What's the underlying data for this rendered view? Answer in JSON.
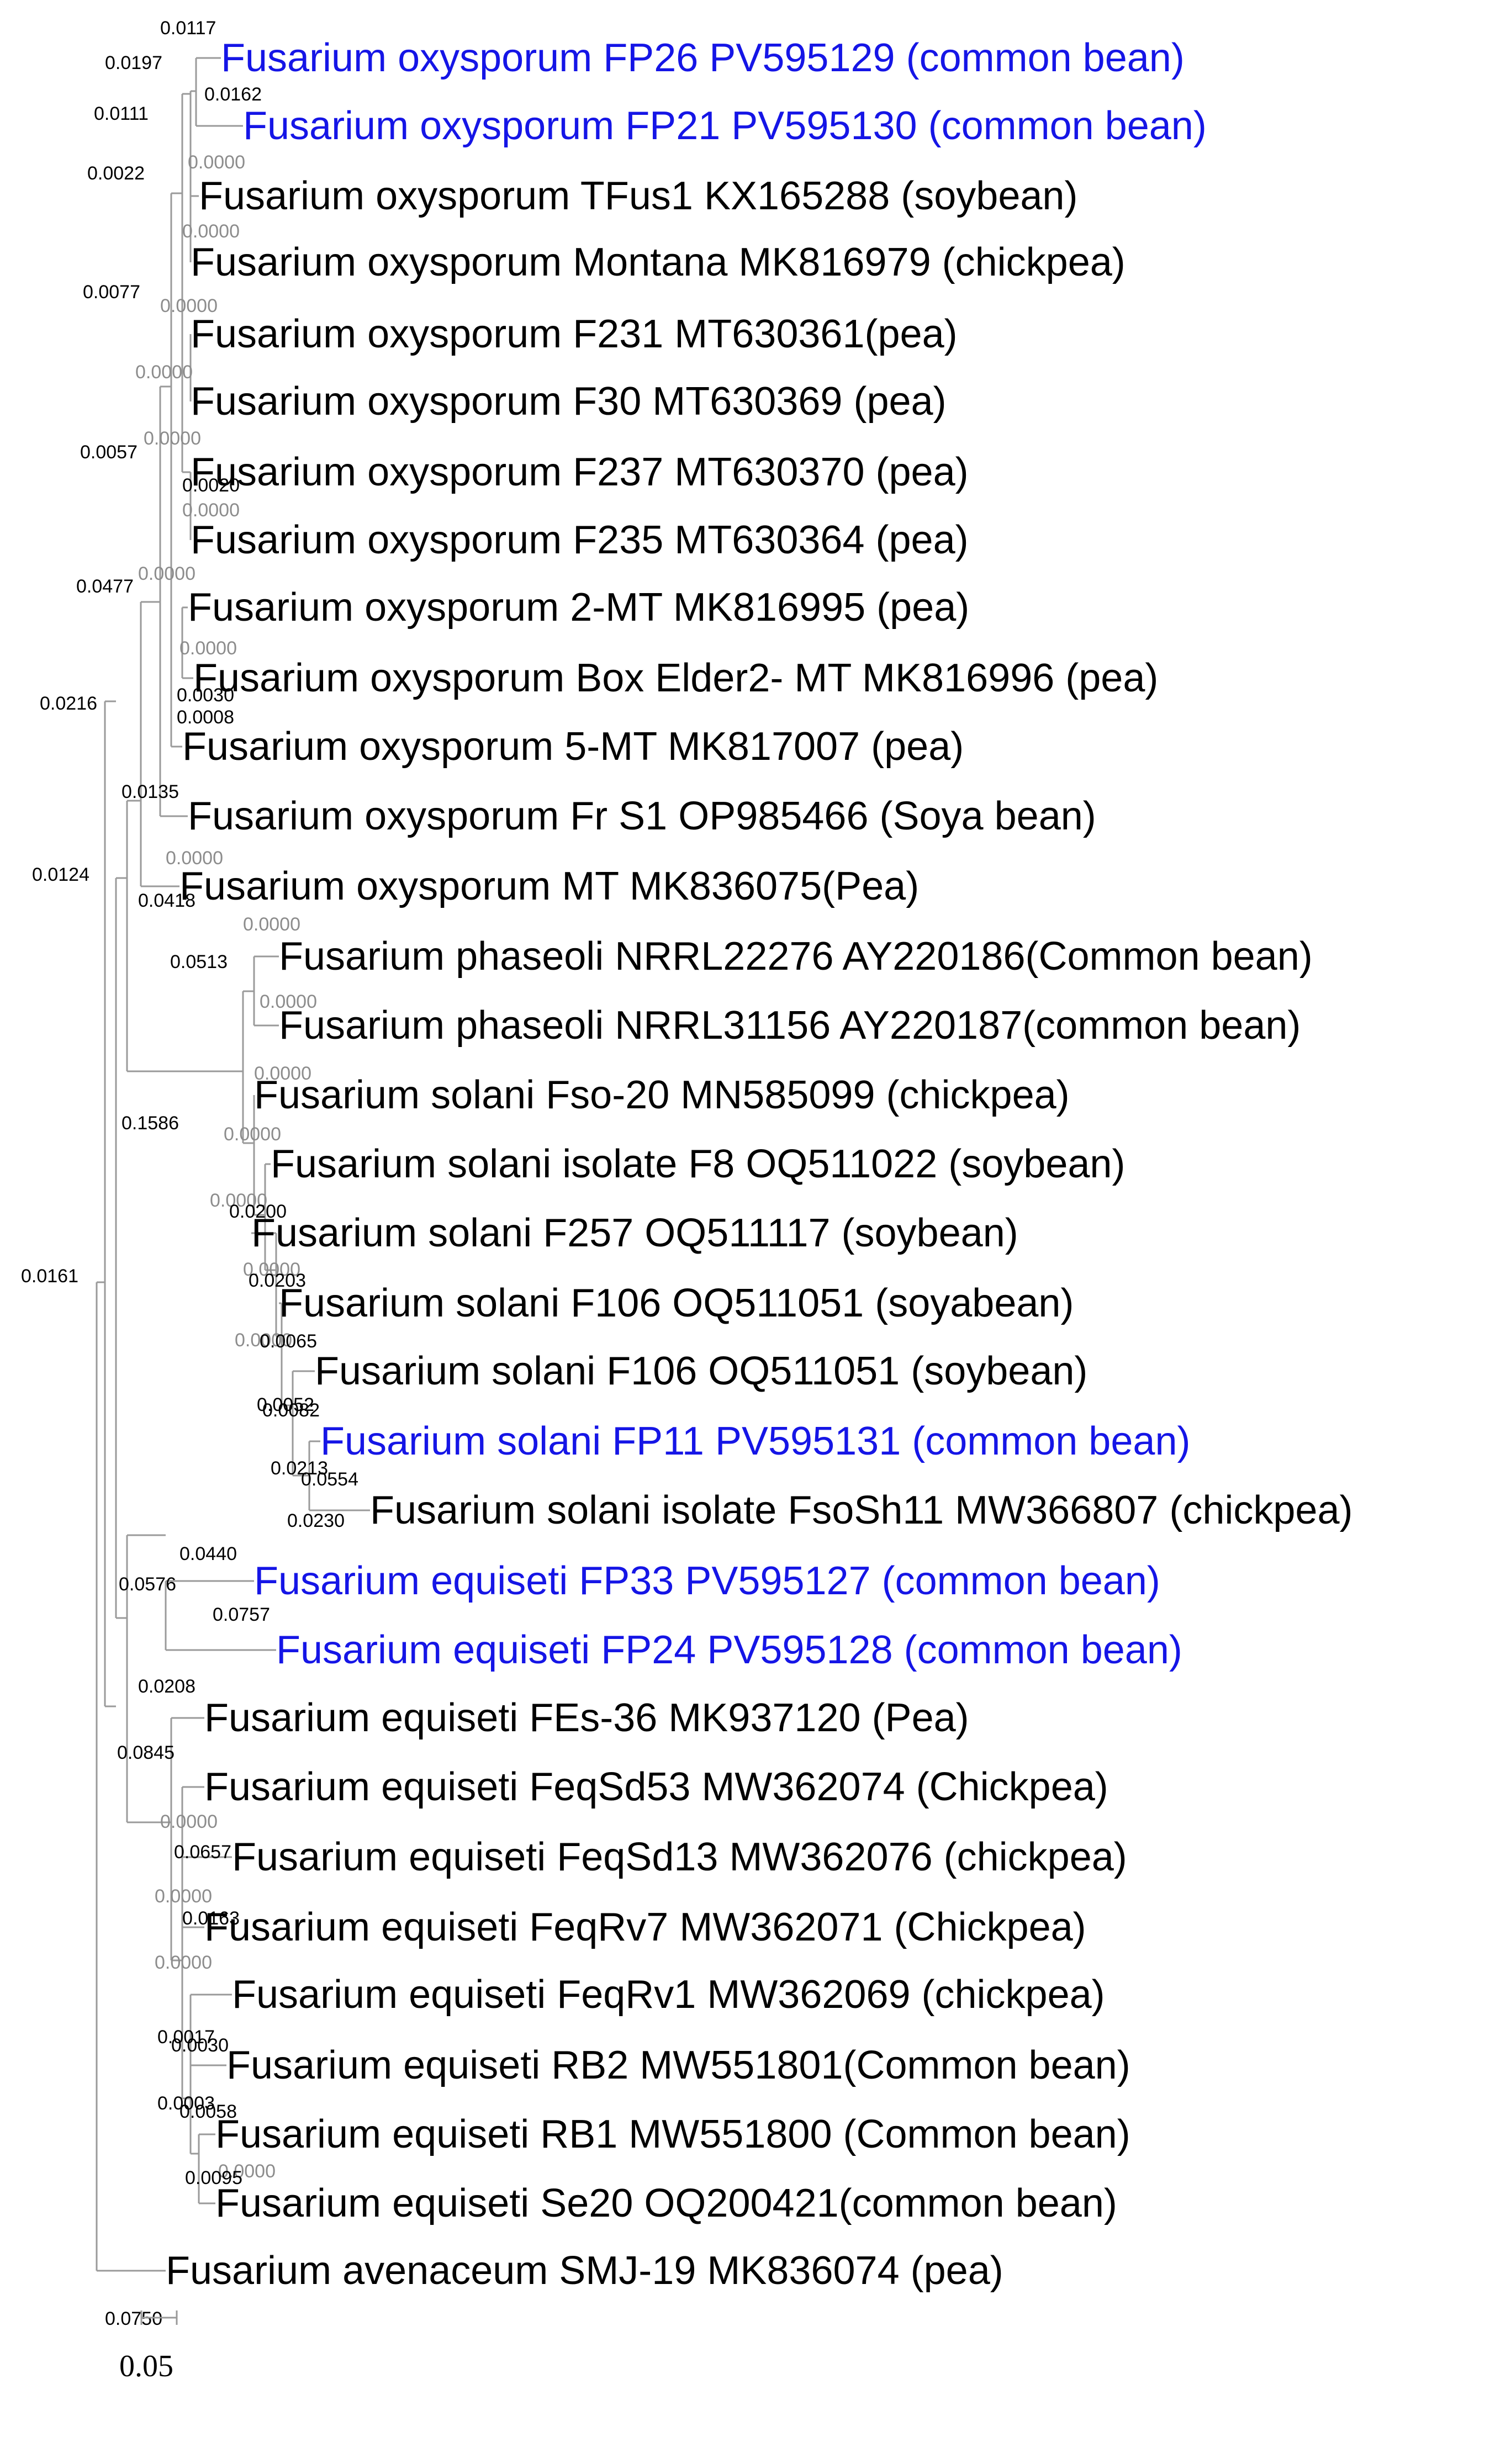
{
  "colors": {
    "highlight": "#1515e6",
    "taxon": "#000000",
    "branch_label": "#000000",
    "branch_label_zero": "#8c8c8c",
    "branch": "#9a9a9a"
  },
  "taxa": [
    {
      "name": "Fusarium oxysporum FP26 PV595129 (common bean)",
      "highlight": true
    },
    {
      "name": "Fusarium oxysporum FP21 PV595130 (common bean)",
      "highlight": true
    },
    {
      "name": "Fusarium oxysporum TFus1 KX165288 (soybean)",
      "highlight": false
    },
    {
      "name": "Fusarium oxysporum Montana MK816979 (chickpea)",
      "highlight": false
    },
    {
      "name": "Fusarium oxysporum F231 MT630361(pea)",
      "highlight": false
    },
    {
      "name": "Fusarium oxysporum F30 MT630369 (pea)",
      "highlight": false
    },
    {
      "name": "Fusarium oxysporum F237 MT630370 (pea)",
      "highlight": false
    },
    {
      "name": "Fusarium oxysporum F235 MT630364 (pea)",
      "highlight": false
    },
    {
      "name": "Fusarium oxysporum 2-MT MK816995 (pea)",
      "highlight": false
    },
    {
      "name": "Fusarium oxysporum Box Elder2- MT MK816996 (pea)",
      "highlight": false
    },
    {
      "name": "Fusarium oxysporum 5-MT MK817007 (pea)",
      "highlight": false
    },
    {
      "name": "Fusarium oxysporum Fr S1 OP985466 (Soya bean)",
      "highlight": false
    },
    {
      "name": "Fusarium oxysporum MT MK836075(Pea)",
      "highlight": false
    },
    {
      "name": "Fusarium phaseoli NRRL22276 AY220186(Common bean)",
      "highlight": false
    },
    {
      "name": "Fusarium phaseoli NRRL31156 AY220187(common bean)",
      "highlight": false
    },
    {
      "name": "Fusarium solani Fso-20 MN585099 (chickpea)",
      "highlight": false
    },
    {
      "name": "Fusarium solani isolate F8 OQ511022 (soybean)",
      "highlight": false
    },
    {
      "name": "Fusarium solani F257 OQ511117 (soybean)",
      "highlight": false
    },
    {
      "name": "Fusarium solani F106 OQ511051 (soyabean)",
      "highlight": false
    },
    {
      "name": "Fusarium solani F106 OQ511051 (soybean)",
      "highlight": false
    },
    {
      "name": "Fusarium solani FP11 PV595131 (common bean)",
      "highlight": true
    },
    {
      "name": "Fusarium solani isolate FsoSh11 MW366807 (chickpea)",
      "highlight": false
    },
    {
      "name": "Fusarium equiseti FP33 PV595127 (common bean)",
      "highlight": true
    },
    {
      "name": "Fusarium equiseti FP24 PV595128 (common bean)",
      "highlight": true
    },
    {
      "name": "Fusarium equiseti FEs-36 MK937120 (Pea)",
      "highlight": false
    },
    {
      "name": "Fusarium equiseti FeqSd53 MW362074 (Chickpea)",
      "highlight": false
    },
    {
      "name": "Fusarium equiseti FeqSd13 MW362076 (chickpea)",
      "highlight": false
    },
    {
      "name": "Fusarium equiseti FeqRv7 MW362071 (Chickpea)",
      "highlight": false
    },
    {
      "name": "Fusarium equiseti FeqRv1 MW362069 (chickpea)",
      "highlight": false
    },
    {
      "name": "Fusarium equiseti RB2 MW551801(Common bean)",
      "highlight": false
    },
    {
      "name": "Fusarium equiseti RB1 MW551800 (Common bean)",
      "highlight": false
    },
    {
      "name": "Fusarium equiseti Se20 OQ200421(common bean)",
      "highlight": false
    },
    {
      "name": "Fusarium avenaceum SMJ-19 MK836074 (pea)",
      "highlight": false
    }
  ],
  "branch_labels": [
    "0.0117",
    "0.0197",
    "0.0162",
    "0.0111",
    "0.0000",
    "0.0022",
    "0.0000",
    "0.0077",
    "0.0000",
    "0.0000",
    "0.0000",
    "0.0057",
    "0.0020",
    "0.0000",
    "0.0000",
    "0.0477",
    "0.0000",
    "0.0030",
    "0.0008",
    "0.0216",
    "0.0135",
    "0.0000",
    "0.0124",
    "0.0418",
    "0.0000",
    "0.0513",
    "0.0000",
    "0.0000",
    "0.1586",
    "0.0000",
    "0.0000",
    "0.0200",
    "0.0000",
    "0.0203",
    "0.0161",
    "0.0000",
    "0.0065",
    "0.0052",
    "0.0082",
    "0.0213",
    "0.0554",
    "0.0230",
    "0.0440",
    "0.0576",
    "0.0757",
    "0.0208",
    "0.0845",
    "0.0000",
    "0.0657",
    "0.0000",
    "0.0163",
    "0.0000",
    "0.0017",
    "0.0030",
    "0.0003",
    "0.0058",
    "0.0000",
    "0.0095",
    "0.0750"
  ],
  "scale_bar": {
    "label": "0.05"
  }
}
